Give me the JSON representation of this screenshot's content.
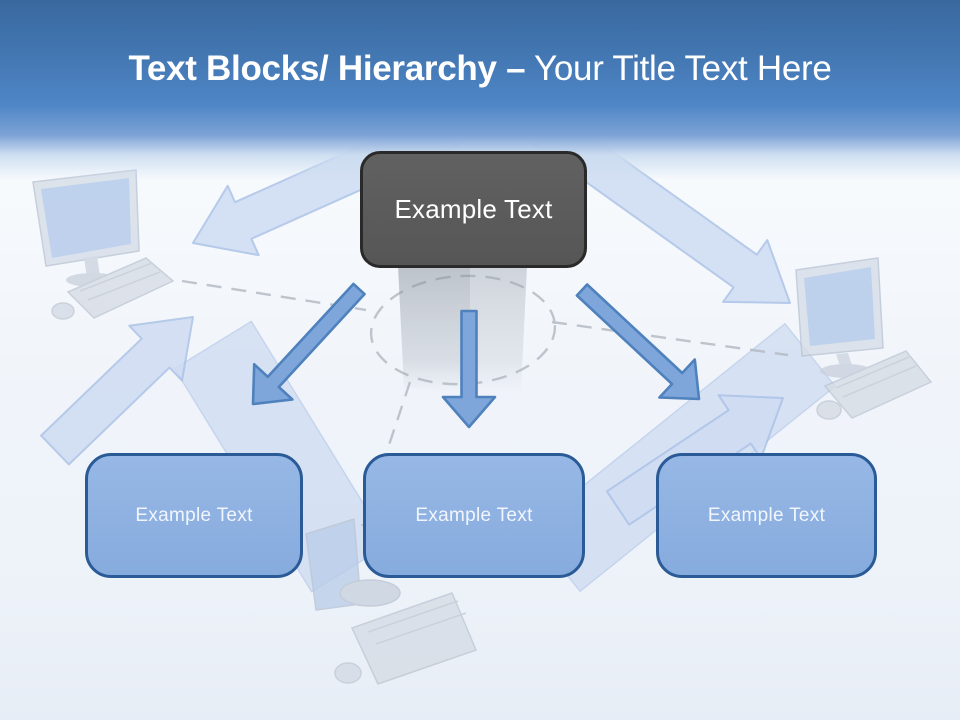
{
  "title": {
    "emphasis": "Text Blocks/ Hierarchy –",
    "rest": " Your Title Text Here"
  },
  "nodes": {
    "root": {
      "label": "Example Text"
    },
    "children": [
      {
        "label": "Example Text"
      },
      {
        "label": "Example Text"
      },
      {
        "label": "Example Text"
      }
    ]
  },
  "colors": {
    "header_top": "#39689e",
    "header_mid": "#4e86c6",
    "root_fill": "#565656",
    "root_border": "#2a2a2a",
    "child_fill": "#86abdd",
    "child_border": "#2a5b97",
    "arrow_fill": "#7ea6db",
    "arrow_border": "#4f81bd",
    "faded_arrow_fill": "#cfdcf2",
    "faded_arrow_border": "#abc2e7",
    "text_light": "#ffffff"
  }
}
